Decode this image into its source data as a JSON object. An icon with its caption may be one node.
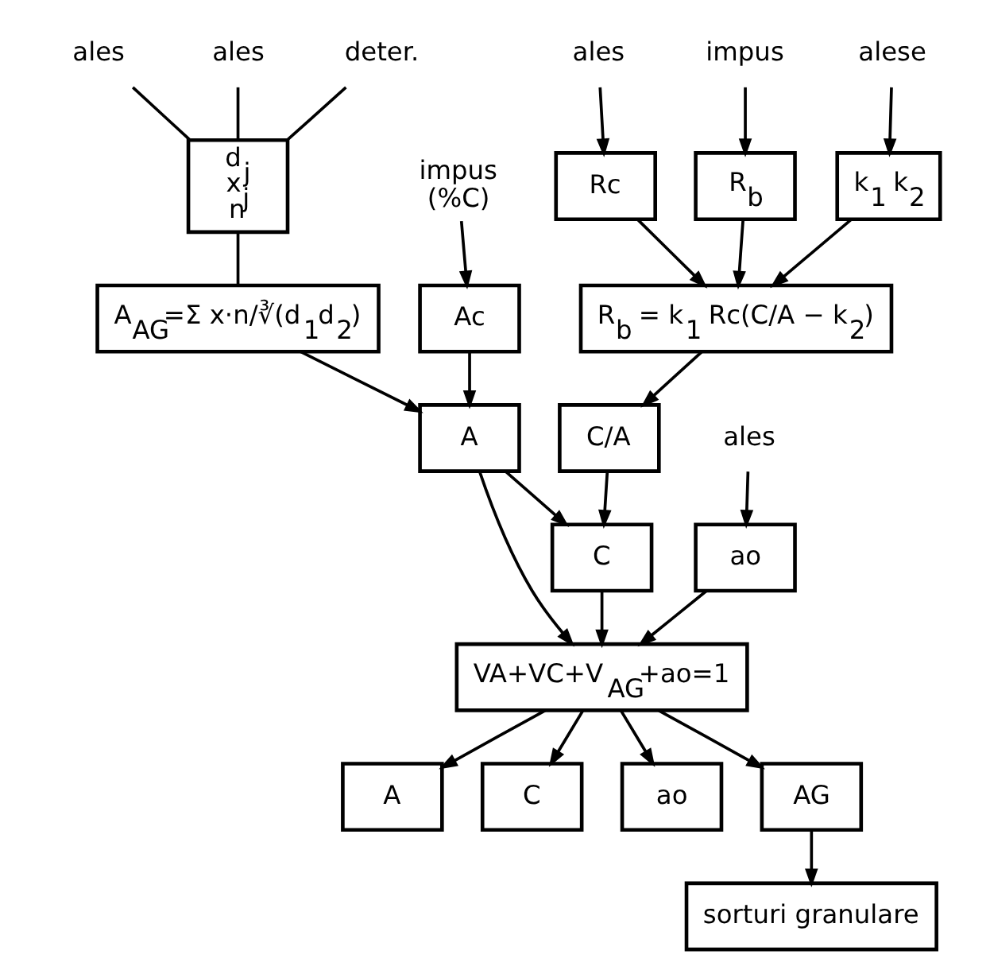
{
  "diagram": {
    "nodes": [
      {
        "text": [
          "impus"
        ]
      },
      {
        "text": [
          "alese"
        ]
      },
      {
        "text": [
          "R$_{b}$"
        ]
      },
      {
        "text": [
          "k$_{1}$ k$_{2}$"
        ]
      },
      {
        "text": [
          "Rc"
        ]
      },
      {
        "text": [
          "ales"
        ]
      },
      {
        "text": [
          "C/A"
        ]
      },
      {
        "text": [
          "R$_{b}$ = k$_{1}$ Rc(C/A − k$_{2}$)"
        ]
      },
      {
        "text": [
          "A"
        ]
      },
      {
        "text": [
          "A$_{AG}$=Σ x·n/∛(d$_{1}$d$_{2}$)"
        ]
      },
      {
        "text": [
          "d$_{j}$",
          "x$_{j}$",
          "n"
        ]
      },
      {
        "text": [
          "ales"
        ]
      },
      {
        "text": [
          "deter."
        ]
      },
      {
        "text": [
          "ales"
        ]
      },
      {
        "text": [
          "Ac"
        ]
      },
      {
        "text": [
          "impus",
          "(%C)"
        ]
      },
      {
        "text": [
          "C"
        ]
      },
      {
        "text": [
          "VA+VC+V$_{AG}$+ao=1"
        ]
      },
      {
        "text": [
          "ao"
        ]
      },
      {
        "text": [
          "ales"
        ]
      },
      {
        "text": [
          "A"
        ]
      },
      {
        "text": [
          "C"
        ]
      },
      {
        "text": [
          "ao"
        ]
      },
      {
        "text": [
          "AG"
        ]
      },
      {
        "text": [
          "sorturi granulare"
        ]
      }
    ],
    "edges": [
      {
        "from": 0,
        "to": 2,
        "arrow": "to"
      },
      {
        "from": 1,
        "to": 3,
        "arrow": "to"
      },
      {
        "from": 5,
        "to": 4,
        "arrow": "to"
      },
      {
        "from": 2,
        "to": 7,
        "arrow": "to"
      },
      {
        "from": 3,
        "to": 7,
        "arrow": "to"
      },
      {
        "from": 4,
        "to": 7,
        "arrow": "to"
      },
      {
        "from": 7,
        "to": 6,
        "arrow": "to"
      },
      {
        "from": 6,
        "to": 16,
        "arrow": "to"
      },
      {
        "from": 8,
        "to": 16,
        "arrow": "to"
      },
      {
        "from": 9,
        "to": 8,
        "arrow": "to"
      },
      {
        "from": 14,
        "to": 8,
        "arrow": "to"
      },
      {
        "from": 10,
        "to": 9,
        "arrow": "none"
      },
      {
        "from": 11,
        "to": 10,
        "arrow": "none"
      },
      {
        "from": 12,
        "to": 10,
        "arrow": "none"
      },
      {
        "from": 13,
        "to": 10,
        "arrow": "none"
      },
      {
        "from": 15,
        "to": 14,
        "arrow": "to"
      },
      {
        "from": 16,
        "to": 17,
        "arrow": "to"
      },
      {
        "from": 8,
        "to": 17,
        "arrow": "to"
      },
      {
        "from": 18,
        "to": 17,
        "arrow": "to"
      },
      {
        "from": 19,
        "to": 18,
        "arrow": "to"
      },
      {
        "from": 17,
        "to": 20,
        "arrow": "to"
      },
      {
        "from": 17,
        "to": 21,
        "arrow": "to"
      },
      {
        "from": 17,
        "to": 22,
        "arrow": "to"
      },
      {
        "from": 17,
        "to": 23,
        "arrow": "to"
      },
      {
        "from": 23,
        "to": 24,
        "arrow": "to"
      }
    ]
  }
}
